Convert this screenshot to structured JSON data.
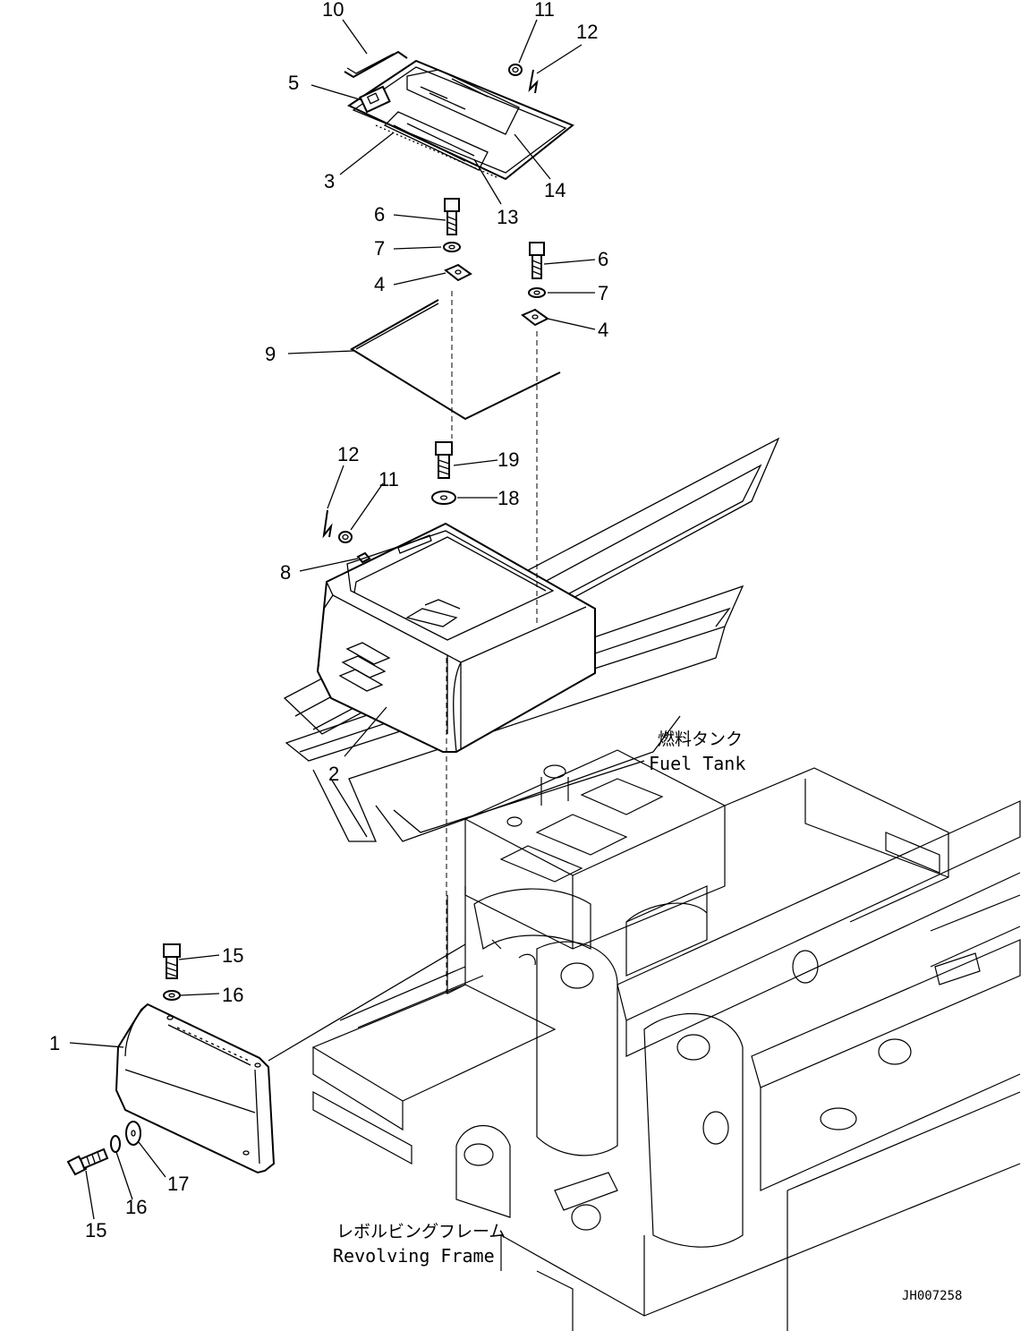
{
  "callouts": {
    "c10": "10",
    "c11_top": "11",
    "c12_top": "12",
    "c5": "5",
    "c3": "3",
    "c13": "13",
    "c14": "14",
    "c6_left": "6",
    "c7_left": "7",
    "c4_left": "4",
    "c6_right": "6",
    "c7_right": "7",
    "c4_right": "4",
    "c9": "9",
    "c12_mid": "12",
    "c11_mid": "11",
    "c19": "19",
    "c18": "18",
    "c8": "8",
    "c2": "2",
    "c15_top": "15",
    "c16_top": "16",
    "c1": "1",
    "c17": "17",
    "c16_bottom": "16",
    "c15_bottom": "15"
  },
  "labels": {
    "fuel_tank_jp": "燃料タンク",
    "fuel_tank_en": "Fuel Tank",
    "revolving_frame_jp": "レボルビングフレーム",
    "revolving_frame_en": "Revolving Frame"
  },
  "drawing_code": "JH007258"
}
